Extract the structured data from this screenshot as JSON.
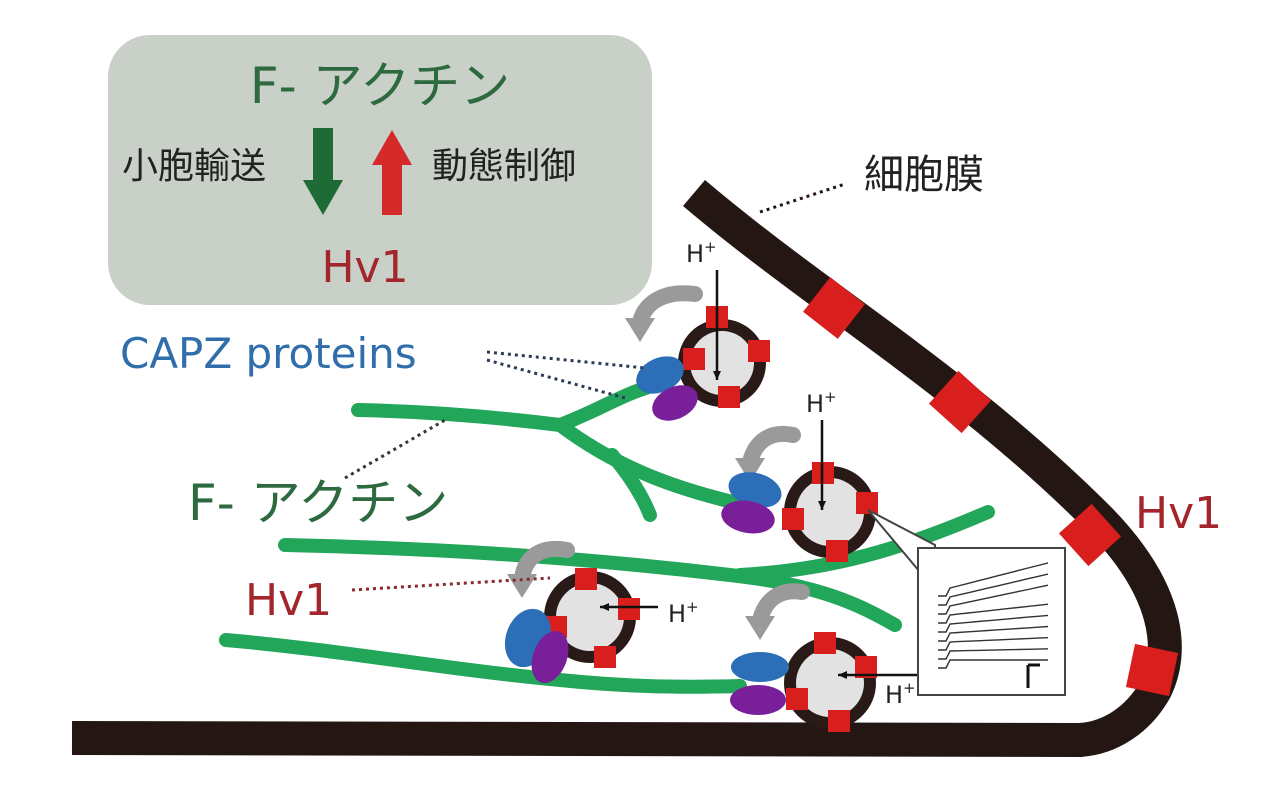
{
  "colors": {
    "green_text": "#2d6a3f",
    "red_text": "#a3262c",
    "blue_text": "#2f6eaa",
    "membrane": "#241613",
    "channel_red": "#d91e1e",
    "actin_green": "#22a65a",
    "panel_fill": "#c9d0c7",
    "capz_blue": "#2c6fb8",
    "capz_purple": "#7a1f9a",
    "arrow_gray": "#9a9a9a",
    "arrow_down_green": "#1e6b36",
    "arrow_up_red": "#d42a2a"
  },
  "legend": {
    "title": "F- アクチン",
    "left_text": "小胞輸送",
    "right_text": "動態制御",
    "hv1": "Hv1",
    "down_arrow_icon": "arrow-down",
    "up_arrow_icon": "arrow-up"
  },
  "labels": {
    "membrane": "細胞膜",
    "hv1_membrane": "Hv1",
    "capz": "CAPZ proteins",
    "factin": "F- アクチン",
    "hv1_vesicle": "Hv1",
    "proton": "H",
    "proton_sup": "+"
  },
  "inset": {
    "kind": "current trace recording",
    "trace_count": 9
  }
}
